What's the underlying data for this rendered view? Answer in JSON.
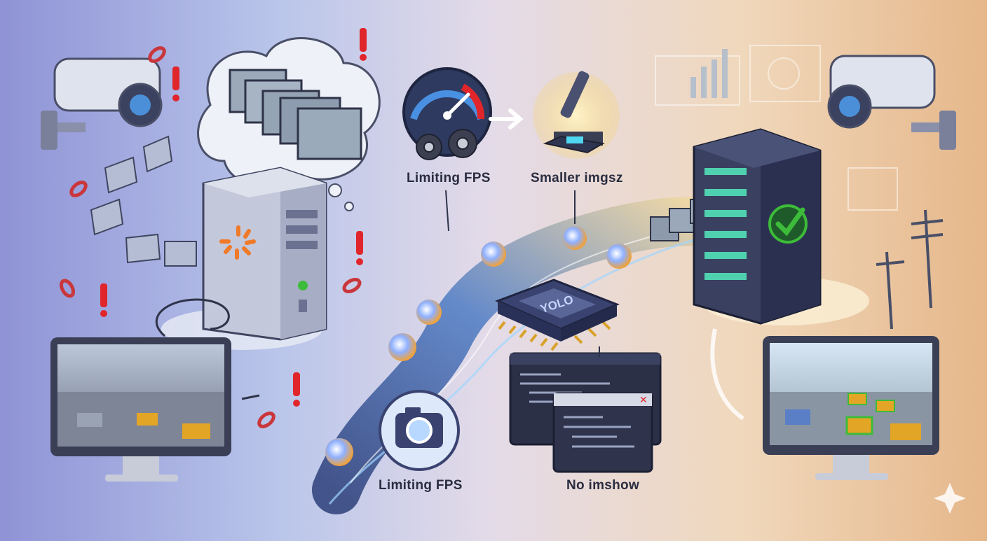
{
  "labels": {
    "limiting_fps_top": "Limiting FPS",
    "smaller_imgsz": "Smaller imgsz",
    "limiting_fps_bottom": "Limiting FPS",
    "no_imshow": "No imshow"
  },
  "chip": {
    "text": "YOLO"
  },
  "colors": {
    "left_bg": "#8f93d6",
    "right_bg": "#e6b78a",
    "warning": "#e0262b",
    "success": "#3dbb3a",
    "stream": "#3c5fa8",
    "monitor_frame": "#3a3f55"
  },
  "icons": {
    "left_camera": "security-camera-icon",
    "right_camera": "security-camera-icon",
    "gauge": "speedometer-icon",
    "gears": "gears-icon",
    "microscope": "microscope-icon",
    "camera_lens": "camera-icon",
    "check": "checkmark-icon",
    "warnings": "exclamation-icon",
    "broken_links": "broken-chain-icon",
    "loading": "loading-spinner-icon"
  }
}
